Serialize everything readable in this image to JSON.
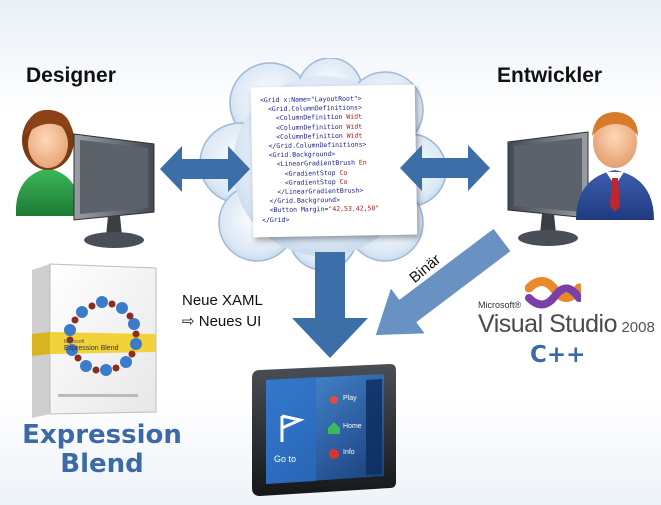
{
  "roles": {
    "designer": "Designer",
    "developer": "Entwickler"
  },
  "flows": {
    "xaml_line1": "Neue XAML",
    "xaml_line2": "⇨ Neues UI",
    "binary": "Binär"
  },
  "xaml_document": {
    "lines": [
      {
        "tag": "<Grid x:Name=\"LayoutRoot\">",
        "rest": ""
      },
      {
        "tag": "  <Grid.ColumnDefinitions>",
        "rest": ""
      },
      {
        "tag": "    <ColumnDefinition",
        "rest": " Widt"
      },
      {
        "tag": "    <ColumnDefinition",
        "rest": " Widt"
      },
      {
        "tag": "    <ColumnDefinition",
        "rest": " Widt"
      },
      {
        "tag": "  </Grid.ColumnDefinitions>",
        "rest": ""
      },
      {
        "tag": "  <Grid.Background>",
        "rest": ""
      },
      {
        "tag": "    <LinearGradientBrush",
        "rest": " En"
      },
      {
        "tag": "      <GradientStop",
        "rest": " Co"
      },
      {
        "tag": "      <GradientStop",
        "rest": " Co"
      },
      {
        "tag": "    </LinearGradientBrush>",
        "rest": ""
      },
      {
        "tag": "  </Grid.Background>",
        "rest": ""
      },
      {
        "tag": "  <Button Margin=",
        "rest": "\"42,53,42,50\""
      },
      {
        "tag": "</Grid>",
        "rest": ""
      }
    ]
  },
  "products": {
    "expression_blend": {
      "name_line1": "Expression",
      "name_line2": "Blend",
      "box_brand": "Microsoft",
      "box_title": "Expression Blend"
    },
    "visual_studio": {
      "brand": "Microsoft®",
      "name": "Visual Studio",
      "version": "2008",
      "language": "C++"
    }
  },
  "device": {
    "go_to": "Go to",
    "menu": [
      "Play",
      "Home",
      "Info"
    ]
  },
  "colors": {
    "arrow_blue": "#3c6ea8",
    "blend_blue": "#3c6aa6",
    "vs_purple": "#5a2d82",
    "screen_blue": "#2d6fbf"
  }
}
